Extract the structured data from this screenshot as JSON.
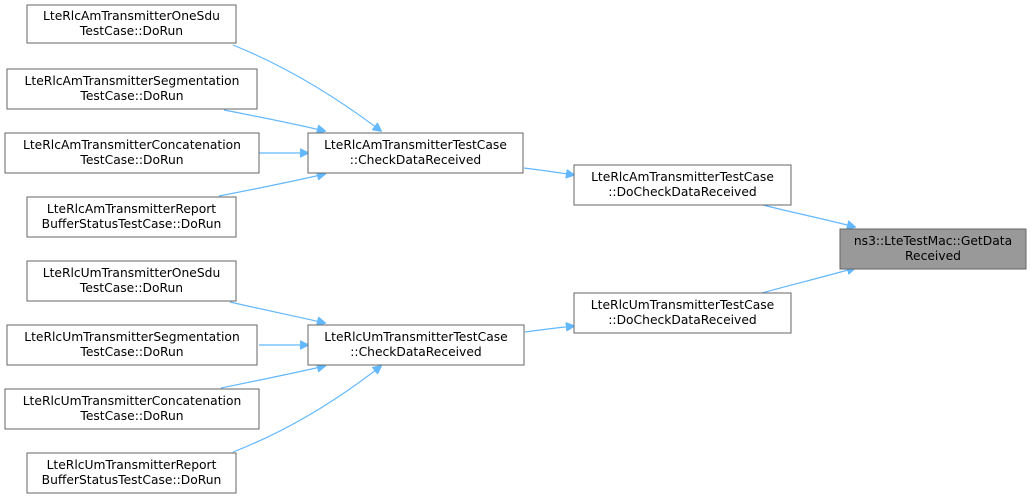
{
  "nodes": {
    "am_onesdu": {
      "line1": "LteRlcAmTransmitterOneSdu",
      "line2": "TestCase::DoRun"
    },
    "am_segmentation": {
      "line1": "LteRlcAmTransmitterSegmentation",
      "line2": "TestCase::DoRun"
    },
    "am_concatenation": {
      "line1": "LteRlcAmTransmitterConcatenation",
      "line2": "TestCase::DoRun"
    },
    "am_report": {
      "line1": "LteRlcAmTransmitterReport",
      "line2": "BufferStatusTestCase::DoRun"
    },
    "um_onesdu": {
      "line1": "LteRlcUmTransmitterOneSdu",
      "line2": "TestCase::DoRun"
    },
    "um_segmentation": {
      "line1": "LteRlcUmTransmitterSegmentation",
      "line2": "TestCase::DoRun"
    },
    "um_concatenation": {
      "line1": "LteRlcUmTransmitterConcatenation",
      "line2": "TestCase::DoRun"
    },
    "um_report": {
      "line1": "LteRlcUmTransmitterReport",
      "line2": "BufferStatusTestCase::DoRun"
    },
    "am_checkdata": {
      "line1": "LteRlcAmTransmitterTestCase",
      "line2": "::CheckDataReceived"
    },
    "um_checkdata": {
      "line1": "LteRlcUmTransmitterTestCase",
      "line2": "::CheckDataReceived"
    },
    "am_docheck": {
      "line1": "LteRlcAmTransmitterTestCase",
      "line2": "::DoCheckDataReceived"
    },
    "um_docheck": {
      "line1": "LteRlcUmTransmitterTestCase",
      "line2": "::DoCheckDataReceived"
    },
    "getdata": {
      "line1": "ns3::LteTestMac::GetData",
      "line2": "Received"
    }
  },
  "colors": {
    "edge": "#63b8ff",
    "node_border": "#666666",
    "focus_fill": "#999999",
    "node_fill": "#ffffff"
  }
}
